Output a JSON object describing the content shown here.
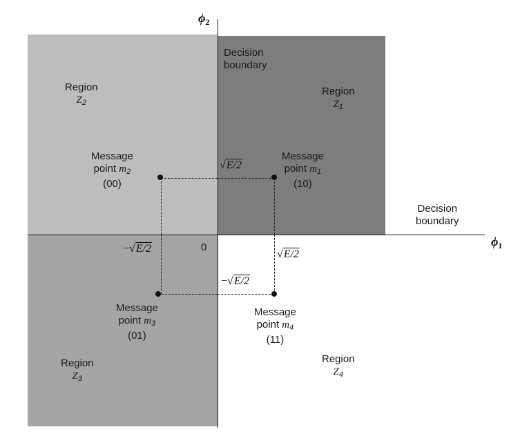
{
  "axes": {
    "x_symbol": "ϕ",
    "x_sub": "1",
    "y_symbol": "ϕ",
    "y_sub": "2",
    "origin": "0"
  },
  "colors": {
    "region_z1": "#7d7d7d",
    "region_z2": "#bdbdbd",
    "region_z3": "#a4a4a4",
    "region_z4": "#ffffff"
  },
  "boundaries": {
    "vertical_line1": "Decision",
    "vertical_line2": "boundary",
    "horizontal_line1": "Decision",
    "horizontal_line2": "boundary"
  },
  "regions": {
    "z1": {
      "word": "Region",
      "sym": "Z",
      "sub": "1"
    },
    "z2": {
      "word": "Region",
      "sym": "Z",
      "sub": "2"
    },
    "z3": {
      "word": "Region",
      "sym": "Z",
      "sub": "3"
    },
    "z4": {
      "word": "Region",
      "sym": "Z",
      "sub": "4"
    }
  },
  "points": {
    "m1": {
      "line1": "Message",
      "line2": "point",
      "sym": "m",
      "sub": "1",
      "code": "(10)"
    },
    "m2": {
      "line1": "Message",
      "line2": "point",
      "sym": "m",
      "sub": "2",
      "code": "(00)"
    },
    "m3": {
      "line1": "Message",
      "line2": "point",
      "sym": "m",
      "sub": "3",
      "code": "(01)"
    },
    "m4": {
      "line1": "Message",
      "line2": "point",
      "sym": "m",
      "sub": "4",
      "code": "(11)"
    }
  },
  "distances": {
    "radicand": "E/2",
    "neg_sign": "−"
  }
}
